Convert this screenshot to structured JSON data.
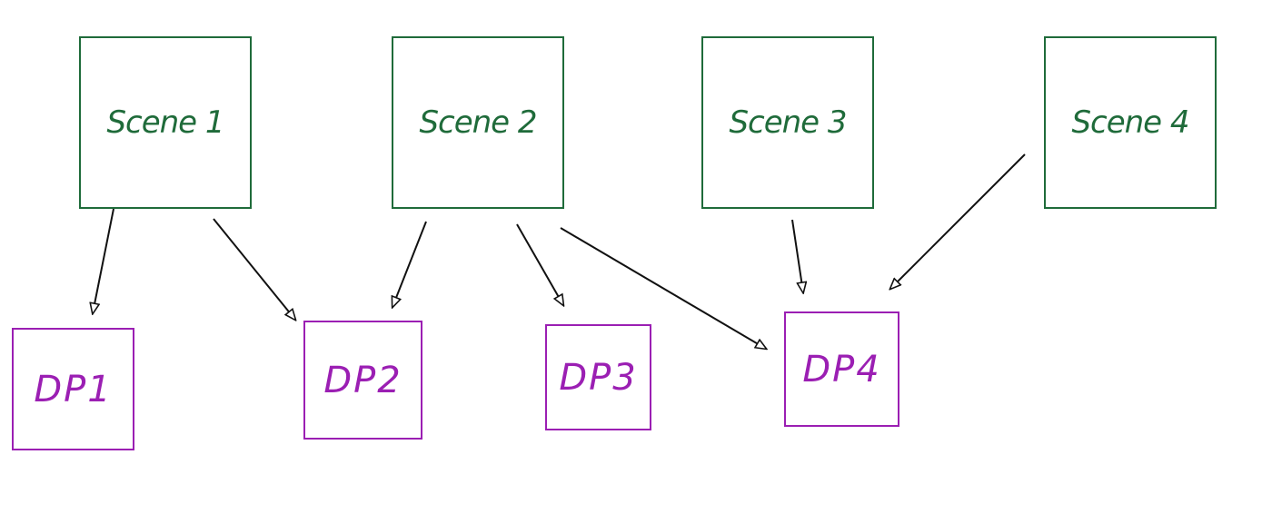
{
  "scenes": [
    {
      "id": "scene1",
      "label": "Scene 1"
    },
    {
      "id": "scene2",
      "label": "Scene 2"
    },
    {
      "id": "scene3",
      "label": "Scene 3"
    },
    {
      "id": "scene4",
      "label": "Scene 4"
    }
  ],
  "dps": [
    {
      "id": "dp1",
      "label": "DP1"
    },
    {
      "id": "dp2",
      "label": "DP2"
    },
    {
      "id": "dp3",
      "label": "DP3"
    },
    {
      "id": "dp4",
      "label": "DP4"
    }
  ],
  "edges": [
    {
      "from": "scene1",
      "to": "dp1"
    },
    {
      "from": "scene1",
      "to": "dp2"
    },
    {
      "from": "scene2",
      "to": "dp2"
    },
    {
      "from": "scene2",
      "to": "dp3"
    },
    {
      "from": "scene2",
      "to": "dp4"
    },
    {
      "from": "scene3",
      "to": "dp4"
    },
    {
      "from": "scene4",
      "to": "dp4"
    }
  ],
  "colors": {
    "scene": "#1f6b3a",
    "dp": "#9b1fb3",
    "arrow": "#111111"
  }
}
